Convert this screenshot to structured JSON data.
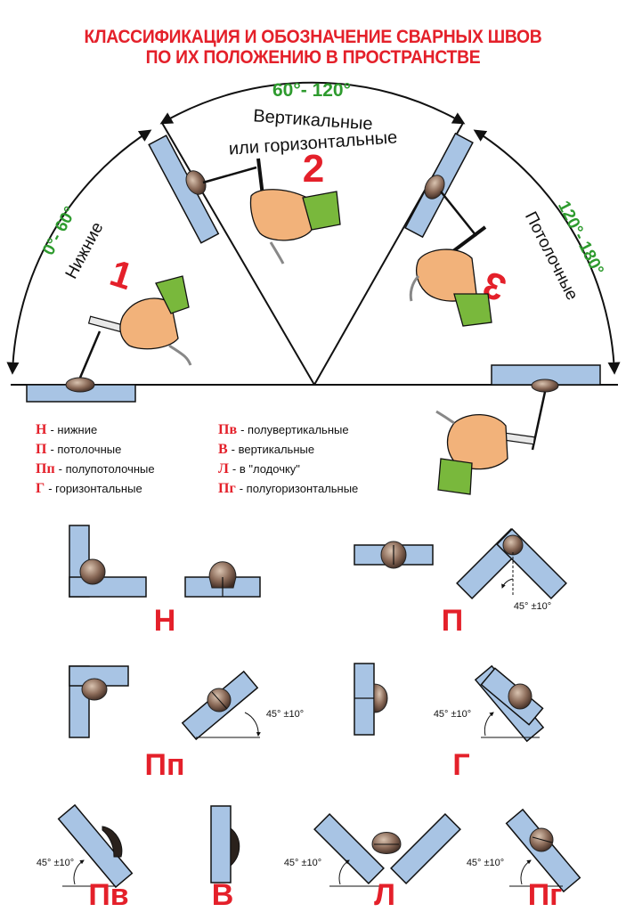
{
  "title": {
    "line1": "КЛАССИФИКАЦИЯ И ОБОЗНАЧЕНИЕ СВАРНЫХ ШВОВ",
    "line2": "ПО ИХ ПОЛОЖЕНИЮ В ПРОСТРАНСТВЕ"
  },
  "sectors": {
    "lower": {
      "range": "0°- 60°",
      "label": "Нижние",
      "number": "1"
    },
    "vertical": {
      "range": "60°- 120°",
      "label_line1": "Вертикальные",
      "label_line2": "или горизонтальные",
      "number": "2"
    },
    "ceiling": {
      "range": "120°- 180°",
      "label": "Потолочные",
      "number": "3"
    }
  },
  "legend": {
    "left": [
      {
        "code": "Н",
        "desc": "- нижние"
      },
      {
        "code": "П",
        "desc": "- потолочные"
      },
      {
        "code": "Пп",
        "desc": "- полупотолочные"
      },
      {
        "code": "Г",
        "desc": "- горизонтальные"
      }
    ],
    "right": [
      {
        "code": "Пв",
        "desc": "- полувертикальные"
      },
      {
        "code": "В",
        "desc": "- вертикальные"
      },
      {
        "code": "Л",
        "desc": "- в \"лодочку\""
      },
      {
        "code": "Пг",
        "desc": "- полугоризонтальные"
      }
    ]
  },
  "joints": {
    "n": {
      "code": "Н"
    },
    "p": {
      "code": "П",
      "angle": "45° ±10°"
    },
    "pp": {
      "code": "Пп",
      "angle": "45° ±10°"
    },
    "g": {
      "code": "Г",
      "angle": "45° ±10°"
    },
    "pv": {
      "code": "Пв",
      "angle": "45° ±10°"
    },
    "v": {
      "code": "В"
    },
    "l": {
      "code": "Л",
      "angle": "45° ±10°"
    },
    "pg": {
      "code": "Пг",
      "angle": "45° ±10°"
    }
  },
  "colors": {
    "red": "#e4202a",
    "green": "#2e9b2e",
    "plate": "#a8c4e4",
    "skin": "#f2b27a",
    "sleeve": "#79b83c"
  }
}
